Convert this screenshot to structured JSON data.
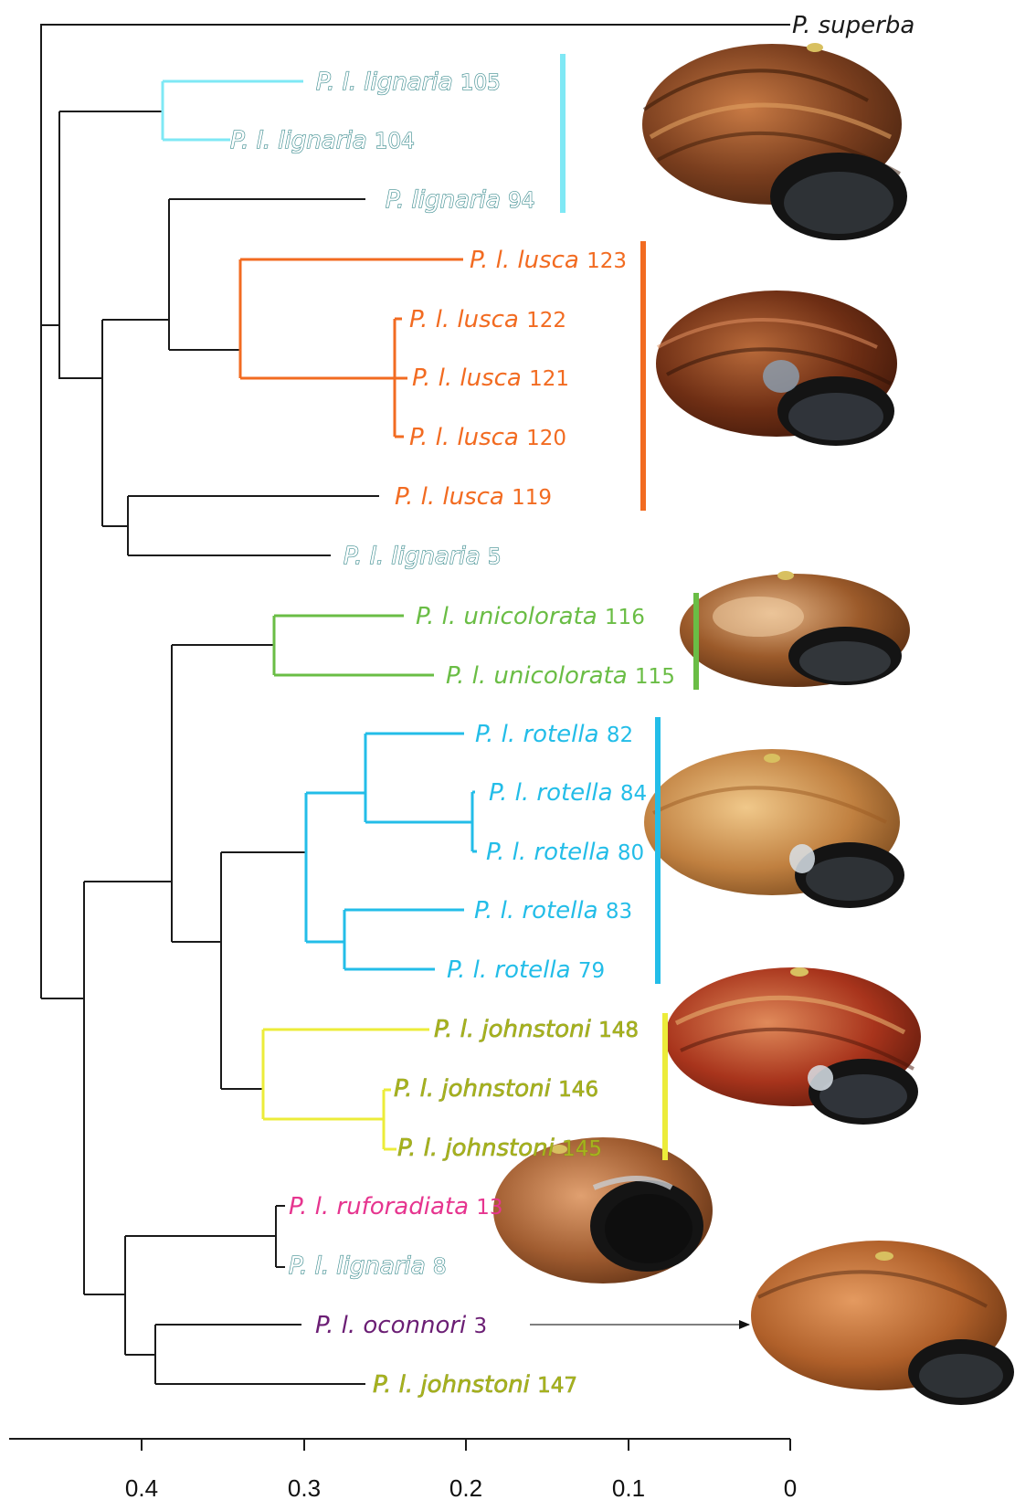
{
  "colors": {
    "black": "#1a1a1a",
    "cyan": "#7fe8f5",
    "teal_text": "#3d8d90",
    "orange": "#f26b21",
    "green": "#6abd45",
    "blue": "#23bde8",
    "yellow": "#ecec3a",
    "olive_text": "#a7b21d",
    "magenta": "#e6358f",
    "purple": "#6b1e74"
  },
  "tips": {
    "superba": {
      "name": "P. superba",
      "num": ""
    },
    "lignaria105": {
      "name": "P. l. lignaria",
      "num": "105"
    },
    "lignaria104": {
      "name": "P. l. lignaria",
      "num": "104"
    },
    "lignaria94": {
      "name": "P. lignaria",
      "num": "94"
    },
    "lusca123": {
      "name": "P. l. lusca",
      "num": "123"
    },
    "lusca122": {
      "name": "P. l. lusca",
      "num": "122"
    },
    "lusca121": {
      "name": "P. l. lusca",
      "num": "121"
    },
    "lusca120": {
      "name": "P. l. lusca",
      "num": "120"
    },
    "lusca119": {
      "name": "P. l. lusca",
      "num": "119"
    },
    "lignaria5": {
      "name": "P. l. lignaria",
      "num": "5"
    },
    "unicolorata116": {
      "name": "P. l. unicolorata",
      "num": "116"
    },
    "unicolorata115": {
      "name": "P. l. unicolorata",
      "num": "115"
    },
    "rotella82": {
      "name": "P. l. rotella",
      "num": "82"
    },
    "rotella84": {
      "name": "P. l. rotella",
      "num": "84"
    },
    "rotella80": {
      "name": "P. l. rotella",
      "num": "80"
    },
    "rotella83": {
      "name": "P. l. rotella",
      "num": "83"
    },
    "rotella79": {
      "name": "P. l. rotella",
      "num": "79"
    },
    "johnstoni148": {
      "name": "P. l. johnstoni",
      "num": "148"
    },
    "johnstoni146": {
      "name": "P. l. johnstoni",
      "num": "146"
    },
    "johnstoni145": {
      "name": "P. l. johnstoni",
      "num": "145"
    },
    "ruforadiata13": {
      "name": "P. l. ruforadiata",
      "num": "13"
    },
    "lignaria8": {
      "name": "P. l. lignaria",
      "num": "8"
    },
    "oconnori3": {
      "name": "P. l. oconnori",
      "num": "3"
    },
    "johnstoni147": {
      "name": "P. l. johnstoni",
      "num": "147"
    }
  },
  "axis": {
    "ticks": [
      "0.4",
      "0.3",
      "0.2",
      "0.1",
      "0"
    ]
  },
  "shell_images": [
    {
      "group": "lignaria",
      "shade": "#8a4a22"
    },
    {
      "group": "lusca",
      "shade": "#7a3a1c"
    },
    {
      "group": "unicolorata",
      "shade": "#9a5a2a"
    },
    {
      "group": "rotella",
      "shade": "#c88a4a"
    },
    {
      "group": "johnstoni",
      "shade": "#a83a22"
    },
    {
      "group": "ruforadiata",
      "shade": "#a8643a"
    },
    {
      "group": "oconnori",
      "shade": "#b0602a"
    }
  ]
}
